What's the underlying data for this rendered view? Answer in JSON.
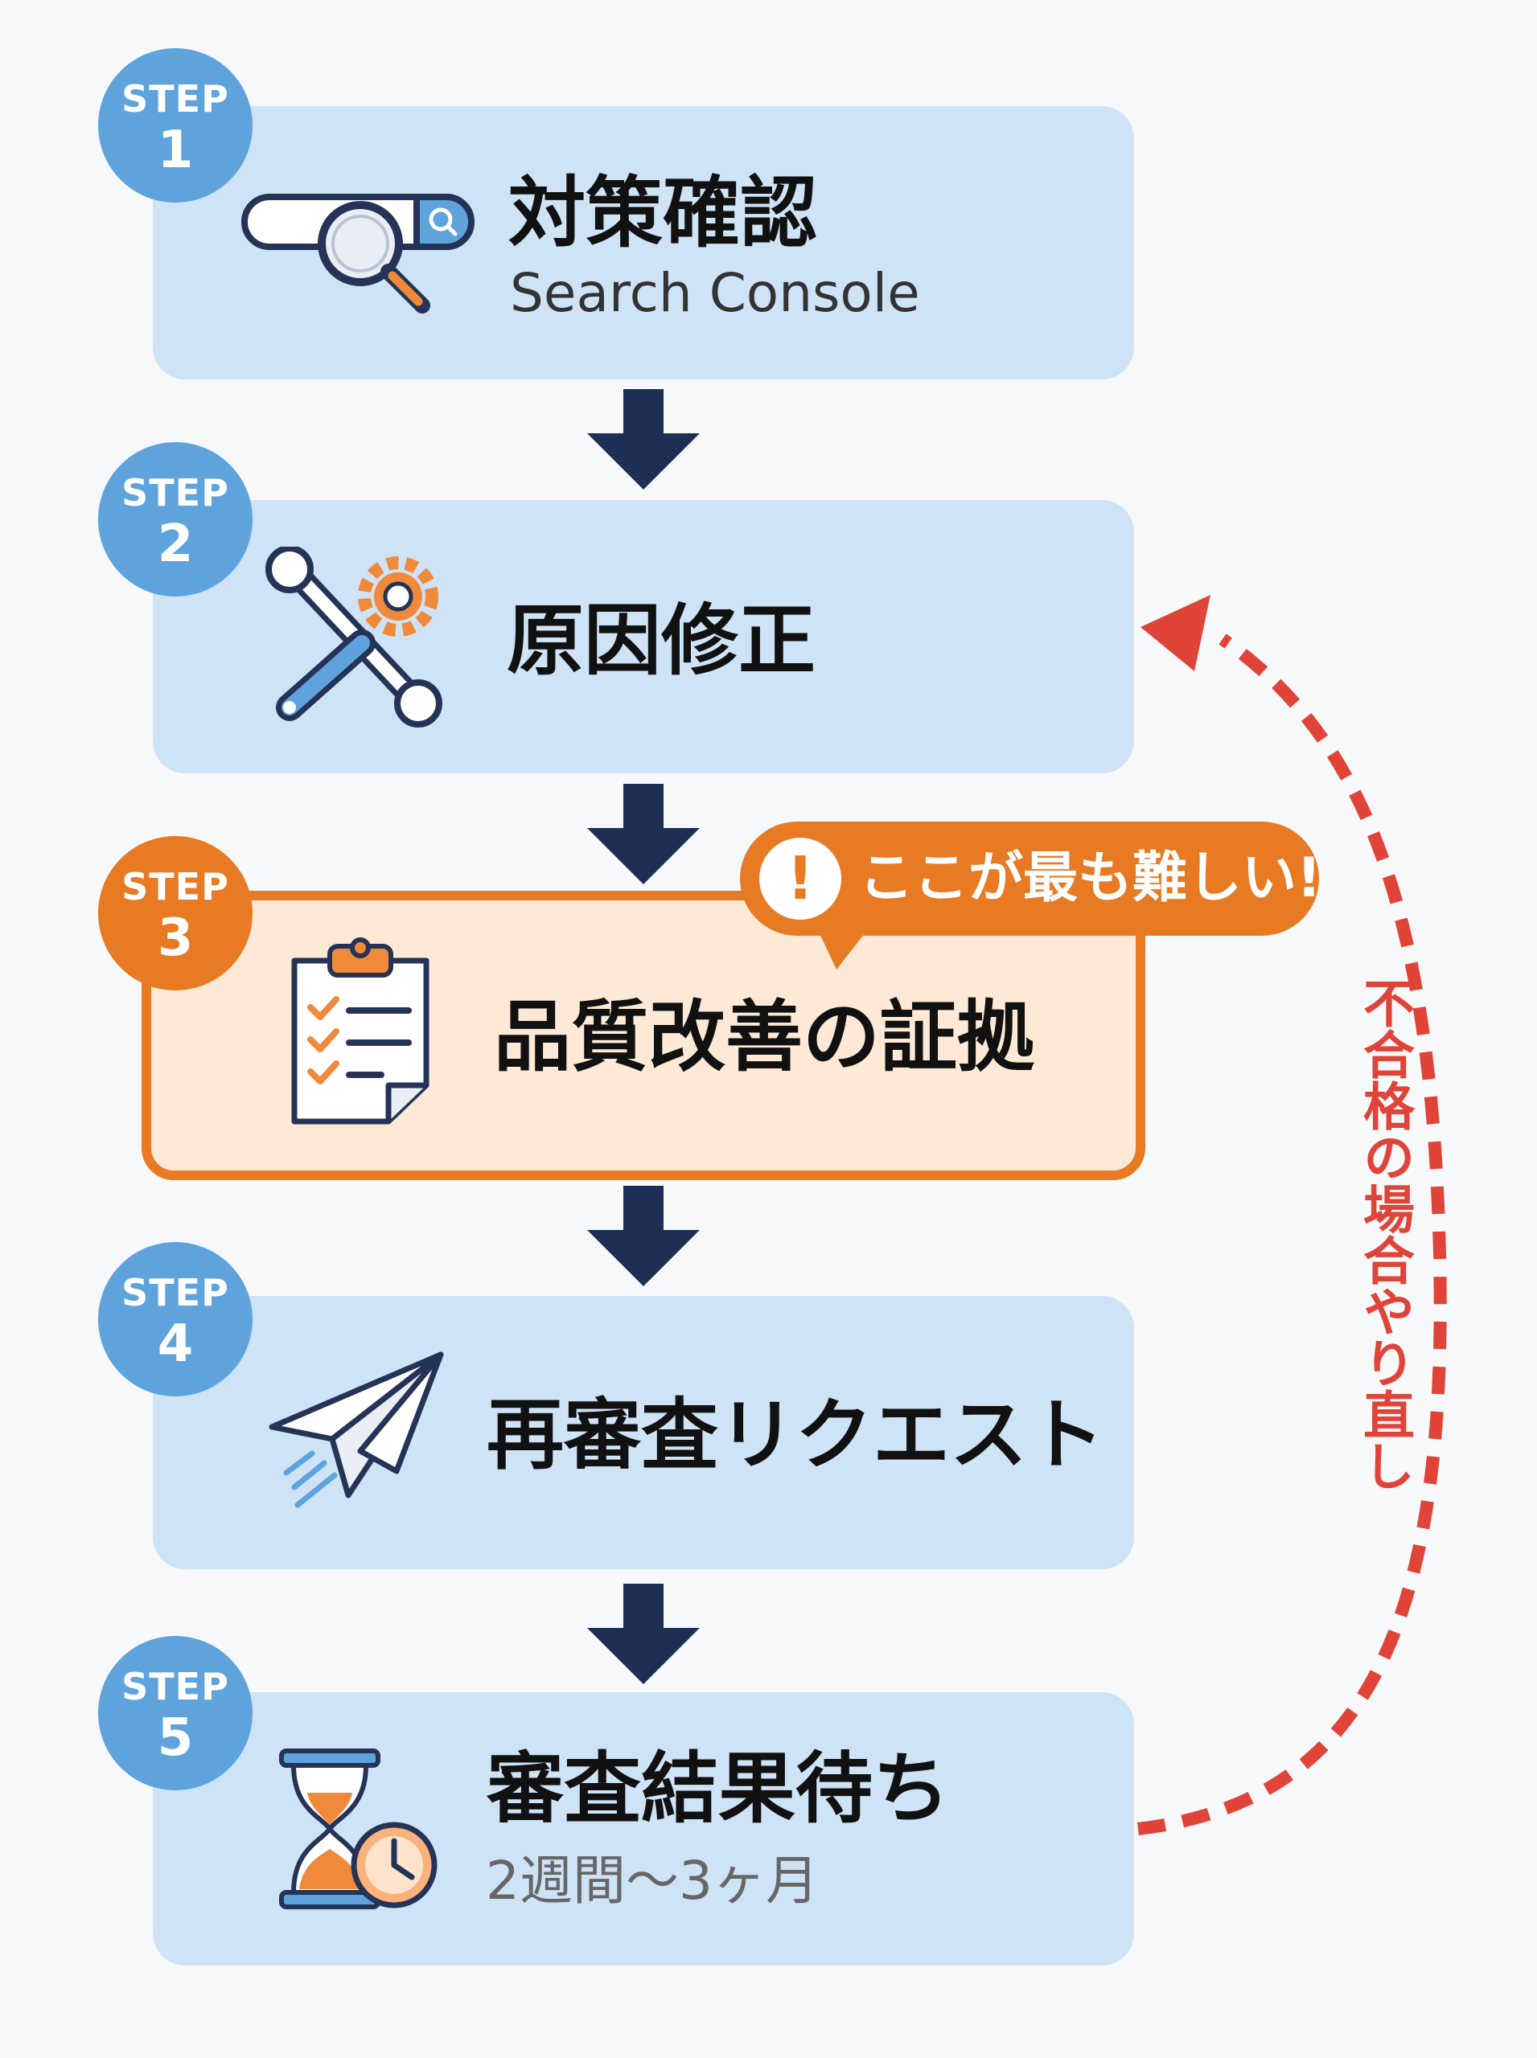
{
  "steps": [
    {
      "badge_label": "STEP",
      "number": "1",
      "title": "対策確認",
      "subtitle": "Search Console",
      "icon": "search-icon",
      "highlight": false
    },
    {
      "badge_label": "STEP",
      "number": "2",
      "title": "原因修正",
      "icon": "wrench-gear-icon",
      "highlight": false
    },
    {
      "badge_label": "STEP",
      "number": "3",
      "title": "品質改善の証拠",
      "icon": "clipboard-checklist-icon",
      "highlight": true
    },
    {
      "badge_label": "STEP",
      "number": "4",
      "title": "再審査リクエスト",
      "icon": "paper-plane-icon",
      "highlight": false
    },
    {
      "badge_label": "STEP",
      "number": "5",
      "title": "審査結果待ち",
      "subtitle": "2週間〜3ヶ月",
      "icon": "hourglass-clock-icon",
      "highlight": false
    }
  ],
  "callout": {
    "mark": "!",
    "text": "ここが最も難しい!"
  },
  "retry_label": "不合格の場合やり直し",
  "colors": {
    "card_blue": "#cfe3f7",
    "badge_blue": "#5fa3dd",
    "highlight_orange": "#e77a22",
    "highlight_fill": "#fde9d6",
    "arrow_navy": "#1e2e55",
    "retry_red": "#e04438"
  }
}
